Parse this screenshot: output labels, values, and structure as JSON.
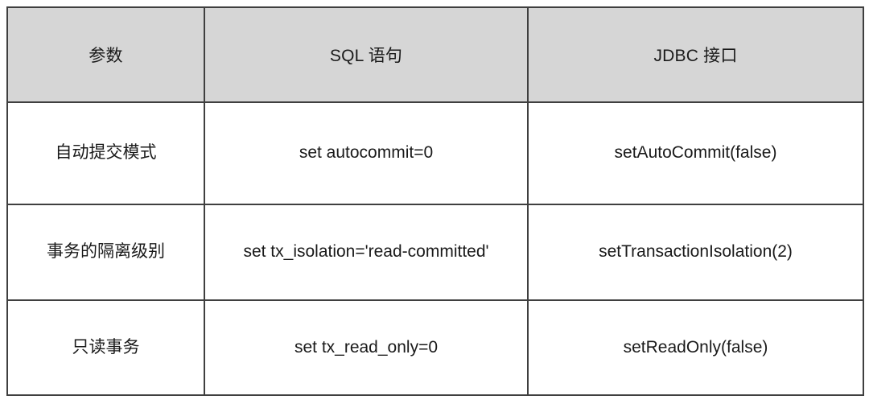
{
  "table": {
    "columns": [
      {
        "key": "param",
        "header": "参数"
      },
      {
        "key": "sql",
        "header": "SQL 语句"
      },
      {
        "key": "jdbc",
        "header": "JDBC 接口"
      }
    ],
    "rows": [
      {
        "param": "自动提交模式",
        "sql": "set autocommit=0",
        "jdbc": "setAutoCommit(false)"
      },
      {
        "param": "事务的隔离级别",
        "sql": "set tx_isolation='read-committed'",
        "jdbc": "setTransactionIsolation(2)"
      },
      {
        "param": "只读事务",
        "sql": "set tx_read_only=0",
        "jdbc": "setReadOnly(false)"
      }
    ]
  },
  "style": {
    "header_background": "#d6d6d6",
    "body_background": "#ffffff",
    "border_color": "#3f3f3f",
    "text_color": "#1a1a1a"
  }
}
